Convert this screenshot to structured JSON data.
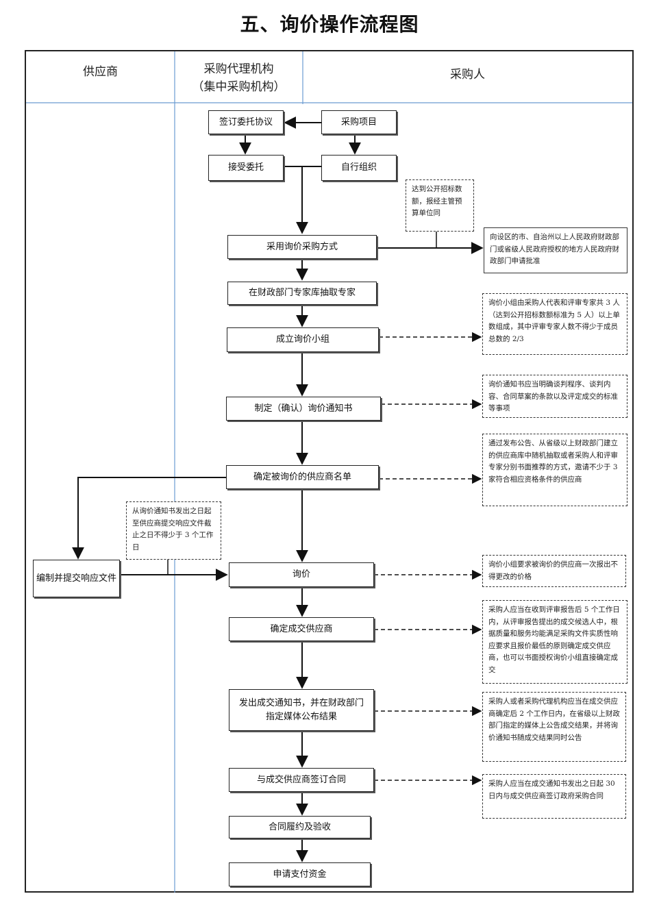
{
  "title": "五、询价操作流程图",
  "lanes": {
    "supplier": "供应商",
    "agency_line1": "采购代理机构",
    "agency_line2": "（集中采购机构）",
    "purchaser": "采购人"
  },
  "boxes": {
    "sign_agreement": "签订委托协议",
    "purchase_project": "采购项目",
    "accept_entrust": "接受委托",
    "self_organize": "自行组织",
    "adopt_inquiry": "采用询价采购方式",
    "select_experts": "在财政部门专家库抽取专家",
    "form_group": "成立询价小组",
    "make_notice": "制定（确认）询价通知书",
    "confirm_suppliers": "确定被询价的供应商名单",
    "prepare_response": "编制并提交响应文件",
    "inquiry": "询价",
    "determine_winner": "确定成交供应商",
    "issue_notice": "发出成交通知书，并在财政部门指定媒体公布结果",
    "sign_contract": "与成交供应商签订合同",
    "acceptance": "合同履约及验收",
    "payment": "申请支付资金"
  },
  "notes": {
    "threshold": "达到公开招标数额，报经主管预算单位同",
    "approval": "向设区的市、自治州以上人民政府财政部门或省级人民政府授权的地方人民政府财政部门申请批准",
    "group_comp": "询价小组由采购人代表和评审专家共 3 人（达到公开招标数额标准为 5 人）以上单数组成，其中评审专家人数不得少于成员总数的 2/3",
    "notice_content": "询价通知书应当明确谈判程序、谈判内容、合同草案的条款以及评定成交的标准等事项",
    "supplier_select": "通过发布公告、从省级以上财政部门建立的供应商库中随机抽取或者采购人和评审专家分别书面推荐的方式，邀请不少于 3 家符合相应资格条件的供应商",
    "days_limit": "从询价通知书发出之日起至供应商提交响应文件截止之日不得少于 3 个工作日",
    "one_price": "询价小组要求被询价的供应商一次报出不得更改的价格",
    "winner_rule": "采购人应当在收到评审报告后 5 个工作日内，从评审报告提出的成交候选人中，根据质量和服务均能满足采购文件实质性响应要求且报价最低的原则确定成交供应商，也可以书面授权询价小组直接确定成交",
    "publish_rule": "采购人或者采购代理机构应当在成交供应商确定后 2 个工作日内，在省级以上财政部门指定的媒体上公告成交结果，并将询价通知书随成交结果同时公告",
    "contract_rule": "采购人应当在成交通知书发出之日起 30 日内与成交供应商签订政府采购合同"
  }
}
